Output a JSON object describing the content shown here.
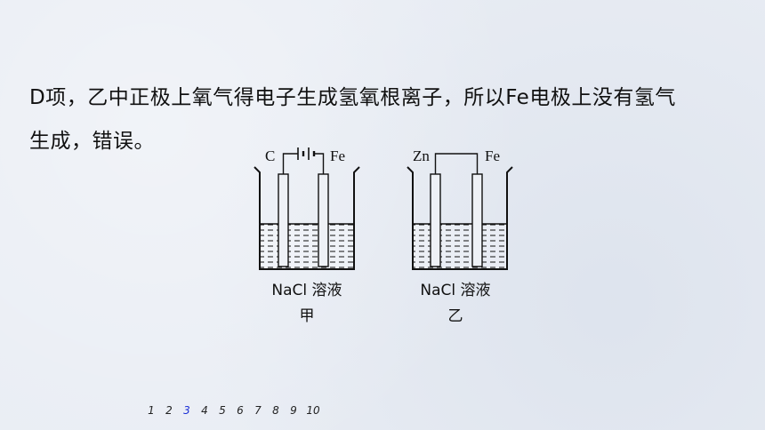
{
  "paragraph": {
    "line1": "D项，乙中正极上氧气得电子生成氢氧根离子，所以Fe电极上没有氢气",
    "line2": "生成，错误。"
  },
  "figure": {
    "left": {
      "electrode_left": "C",
      "electrode_right": "Fe",
      "solution": "NaCl 溶液",
      "caption": "甲"
    },
    "right": {
      "electrode_left": "Zn",
      "electrode_right": "Fe",
      "solution": "NaCl 溶液",
      "caption": "乙"
    }
  },
  "pagination": {
    "pages": [
      "1",
      "2",
      "3",
      "4",
      "5",
      "6",
      "7",
      "8",
      "9",
      "10"
    ],
    "current": "3",
    "active_color": "#1b2fd6"
  }
}
